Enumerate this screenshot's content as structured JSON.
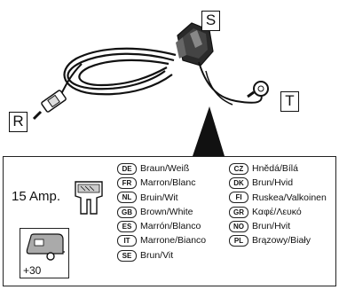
{
  "labels": {
    "s": "S",
    "r": "R",
    "t": "T"
  },
  "legend": {
    "fuse": "15 Amp.",
    "caravan": "+30",
    "colors_left": [
      {
        "code": "DE",
        "text": "Braun/Weiß"
      },
      {
        "code": "FR",
        "text": "Marron/Blanc"
      },
      {
        "code": "NL",
        "text": "Bruin/Wit"
      },
      {
        "code": "GB",
        "text": "Brown/White"
      },
      {
        "code": "ES",
        "text": "Marrón/Blanco"
      },
      {
        "code": "IT",
        "text": "Marrone/Bianco"
      },
      {
        "code": "SE",
        "text": "Brun/Vit"
      }
    ],
    "colors_right": [
      {
        "code": "CZ",
        "text": "Hnědá/Bílá"
      },
      {
        "code": "DK",
        "text": "Brun/Hvid"
      },
      {
        "code": "FI",
        "text": "Ruskea/Valkoinen"
      },
      {
        "code": "GR",
        "text": "Καφέ/Λευκό"
      },
      {
        "code": "NO",
        "text": "Brun/Hvit"
      },
      {
        "code": "PL",
        "text": "Brązowy/Biały"
      }
    ]
  }
}
